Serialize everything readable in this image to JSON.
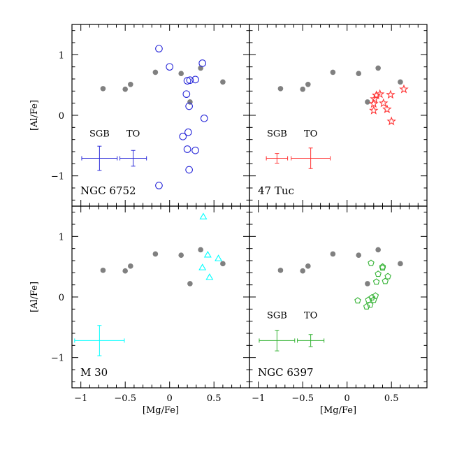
{
  "chart_data": {
    "type": "scatter",
    "xlabel": "[Mg/Fe]",
    "ylabel": "[Al/Fe]",
    "xlim": [
      -1.1,
      0.9
    ],
    "ylim": [
      -1.5,
      1.5
    ],
    "xticks": [
      -1,
      -0.5,
      0,
      0.5
    ],
    "xtick_labels": [
      "−1",
      "−0.5",
      "0",
      "0.5"
    ],
    "yticks": [
      -1,
      0,
      1
    ],
    "ytick_labels": [
      "−1",
      "0",
      "1"
    ],
    "reference": {
      "color": "#808080",
      "marker": "filled-circle",
      "points": [
        [
          -0.75,
          0.44
        ],
        [
          -0.5,
          0.43
        ],
        [
          -0.44,
          0.51
        ],
        [
          -0.16,
          0.71
        ],
        [
          0.13,
          0.69
        ],
        [
          0.23,
          0.22
        ],
        [
          0.35,
          0.78
        ],
        [
          0.6,
          0.55
        ]
      ]
    },
    "panels": [
      {
        "name": "NGC 6752",
        "color": "#2b2bd9",
        "marker": "circle",
        "points": [
          [
            -0.12,
            1.1
          ],
          [
            0.0,
            0.8
          ],
          [
            0.37,
            0.86
          ],
          [
            0.2,
            0.57
          ],
          [
            0.23,
            0.58
          ],
          [
            0.29,
            0.59
          ],
          [
            0.19,
            0.35
          ],
          [
            0.22,
            0.15
          ],
          [
            0.39,
            -0.05
          ],
          [
            0.21,
            -0.28
          ],
          [
            0.15,
            -0.35
          ],
          [
            0.2,
            -0.56
          ],
          [
            0.29,
            -0.58
          ],
          [
            0.22,
            -0.9
          ],
          [
            -0.12,
            -1.16
          ]
        ],
        "errorbars": [
          {
            "label": "SGB",
            "x": -0.79,
            "y": -0.71,
            "xerr": 0.2,
            "yerr": 0.2
          },
          {
            "label": "TO",
            "x": -0.41,
            "y": -0.71,
            "xerr": 0.15,
            "yerr": 0.13
          }
        ]
      },
      {
        "name": "47 Tuc",
        "color": "#ff3333",
        "marker": "star",
        "points": [
          [
            0.33,
            0.33
          ],
          [
            0.37,
            0.35
          ],
          [
            0.31,
            0.27
          ],
          [
            0.3,
            0.19
          ],
          [
            0.41,
            0.2
          ],
          [
            0.49,
            0.34
          ],
          [
            0.64,
            0.43
          ],
          [
            0.3,
            0.08
          ],
          [
            0.45,
            0.1
          ],
          [
            0.5,
            -0.1
          ]
        ],
        "errorbars": [
          {
            "label": "SGB",
            "x": -0.79,
            "y": -0.71,
            "xerr": 0.12,
            "yerr": 0.08
          },
          {
            "label": "TO",
            "x": -0.41,
            "y": -0.71,
            "xerr": 0.22,
            "yerr": 0.17
          }
        ]
      },
      {
        "name": "M 30",
        "color": "#00ffff",
        "marker": "triangle",
        "points": [
          [
            0.38,
            1.33
          ],
          [
            0.43,
            0.7
          ],
          [
            0.55,
            0.64
          ],
          [
            0.37,
            0.49
          ],
          [
            0.45,
            0.33
          ]
        ],
        "errorbars": [
          {
            "label": "",
            "x": -0.79,
            "y": -0.72,
            "xerr": 0.28,
            "yerr": 0.25
          }
        ]
      },
      {
        "name": "NGC 6397",
        "color": "#33b233",
        "marker": "pentagon",
        "points": [
          [
            0.27,
            0.56
          ],
          [
            0.4,
            0.5
          ],
          [
            0.4,
            0.48
          ],
          [
            0.35,
            0.38
          ],
          [
            0.46,
            0.34
          ],
          [
            0.43,
            0.26
          ],
          [
            0.33,
            0.25
          ],
          [
            0.12,
            -0.06
          ],
          [
            0.24,
            -0.05
          ],
          [
            0.28,
            -0.01
          ],
          [
            0.32,
            0.02
          ],
          [
            0.3,
            -0.05
          ],
          [
            0.26,
            -0.13
          ],
          [
            0.22,
            -0.16
          ]
        ],
        "errorbars": [
          {
            "label": "SGB",
            "x": -0.79,
            "y": -0.72,
            "xerr": 0.2,
            "yerr": 0.17
          },
          {
            "label": "TO",
            "x": -0.41,
            "y": -0.72,
            "xerr": 0.15,
            "yerr": 0.1
          }
        ]
      }
    ]
  }
}
